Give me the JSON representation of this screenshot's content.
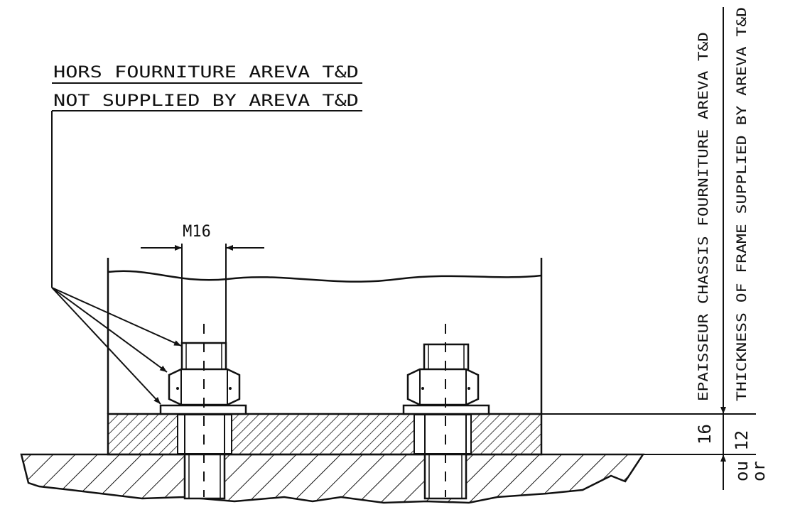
{
  "labels": {
    "fr_not_supplied": "HORS FOURNITURE AREVA T&D",
    "en_not_supplied": "NOT SUPPLIED BY AREVA T&D",
    "bolt_size": "M16",
    "fr_thickness": "EPAISSEUR CHASSIS FOURNITURE AREVA T&D",
    "en_thickness": "THICKNESS OF FRAME SUPPLIED BY AREVA T&D",
    "dim_16": "16",
    "dim_ou_12": "ou 12",
    "dim_or": "or"
  },
  "colors": {
    "ink": "#111111",
    "paper": "#ffffff"
  }
}
